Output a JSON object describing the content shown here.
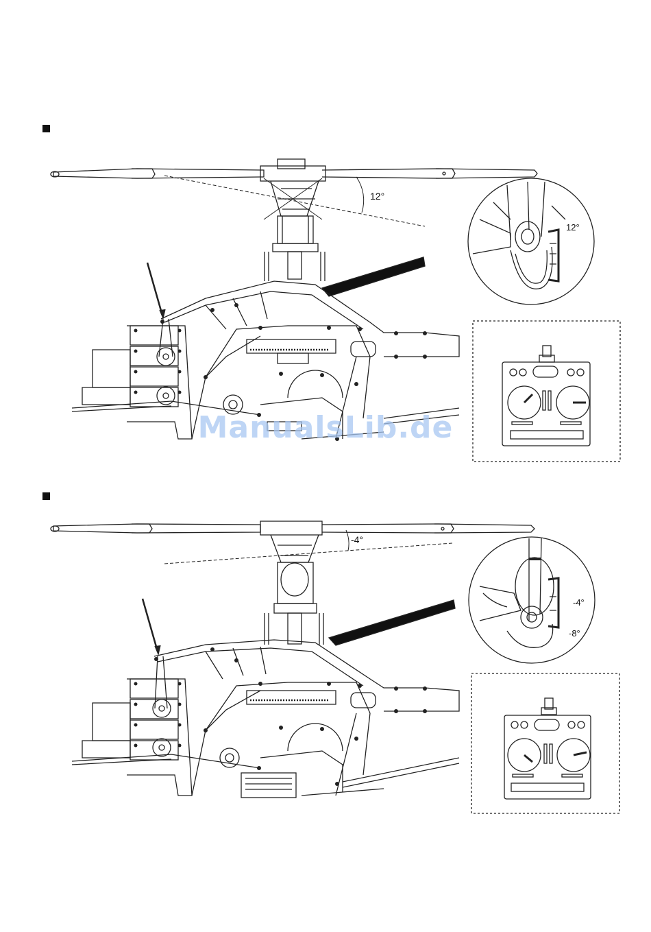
{
  "section_top": {
    "pitch_label": "12°",
    "detail_label": "12°"
  },
  "section_bottom": {
    "pitch_label": "-4°",
    "detail_label_1": "-4°",
    "detail_label_2": "-8°"
  },
  "watermark": "ManualsLib.de"
}
